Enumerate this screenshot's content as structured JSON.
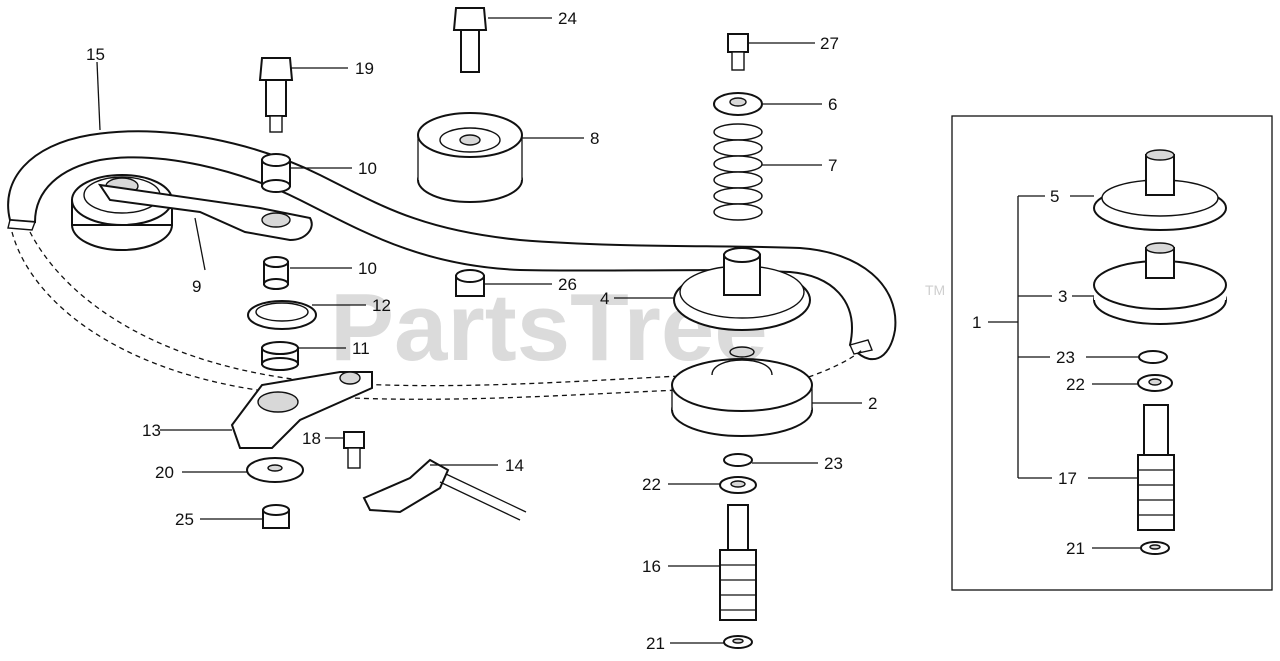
{
  "watermark": {
    "text": "PartsTree",
    "trademark": "TM"
  },
  "callouts": {
    "c1": "1",
    "c2": "2",
    "c3": "3",
    "c4": "4",
    "c5": "5",
    "c6": "6",
    "c7": "7",
    "c8": "8",
    "c9": "9",
    "c10a": "10",
    "c10b": "10",
    "c11": "11",
    "c12": "12",
    "c13": "13",
    "c14": "14",
    "c15": "15",
    "c16": "16",
    "c17": "17",
    "c18": "18",
    "c19": "19",
    "c20": "20",
    "c21a": "21",
    "c21b": "21",
    "c22a": "22",
    "c22b": "22",
    "c23a": "23",
    "c23b": "23",
    "c24": "24",
    "c25": "25",
    "c26": "26",
    "c27": "27"
  }
}
